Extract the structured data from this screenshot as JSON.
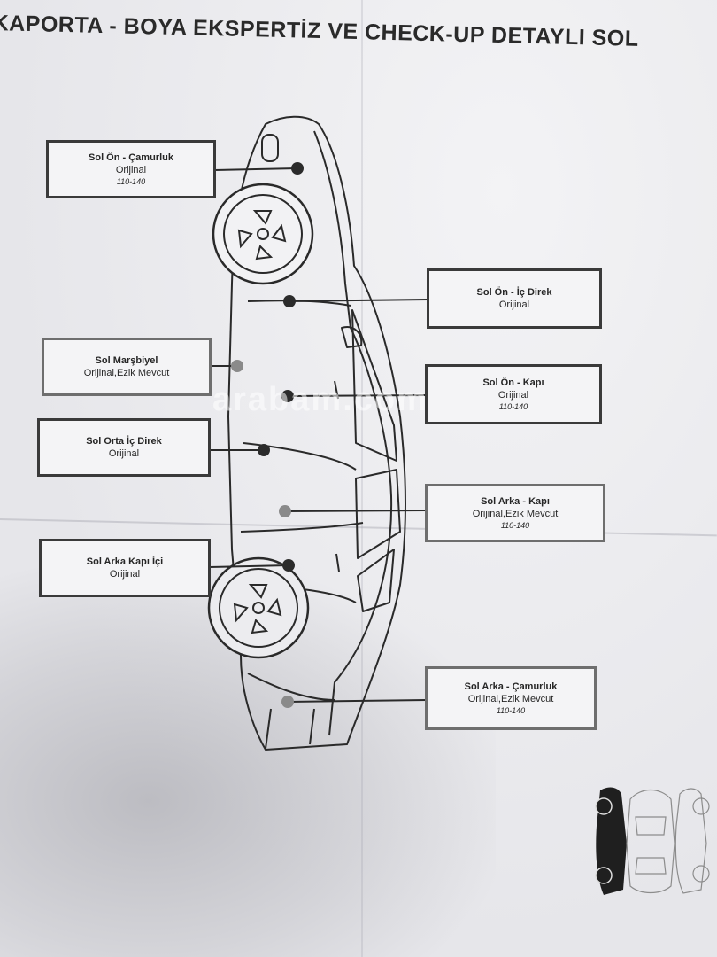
{
  "title": "KAPORTA - BOYA EKSPERTİZ VE CHECK-UP DETAYLI SOL",
  "watermark": "arabam.com",
  "colors": {
    "ink": "#2a2a2a",
    "paper": "#ececef",
    "dot_dark": "#2b2b2b",
    "dot_light": "#8a8a8a"
  },
  "parts": [
    {
      "name": "Sol Ön - Çamurluk",
      "status": "Orijinal",
      "range": "110-140"
    },
    {
      "name": "Sol Ön - İç Direk",
      "status": "Orijinal",
      "range": ""
    },
    {
      "name": "Sol Marşbiyel",
      "status": "Orijinal,Ezik Mevcut",
      "range": ""
    },
    {
      "name": "Sol Ön - Kapı",
      "status": "Orijinal",
      "range": "110-140"
    },
    {
      "name": "Sol Orta İç Direk",
      "status": "Orijinal",
      "range": ""
    },
    {
      "name": "Sol Arka - Kapı",
      "status": "Orijinal,Ezik Mevcut",
      "range": "110-140"
    },
    {
      "name": "Sol Arka Kapı İçi",
      "status": "Orijinal",
      "range": ""
    },
    {
      "name": "Sol Arka - Çamurluk",
      "status": "Orijinal,Ezik Mevcut",
      "range": "110-140"
    }
  ],
  "view_icons": [
    "car-side-left-icon",
    "car-top-icon",
    "car-side-right-icon"
  ]
}
